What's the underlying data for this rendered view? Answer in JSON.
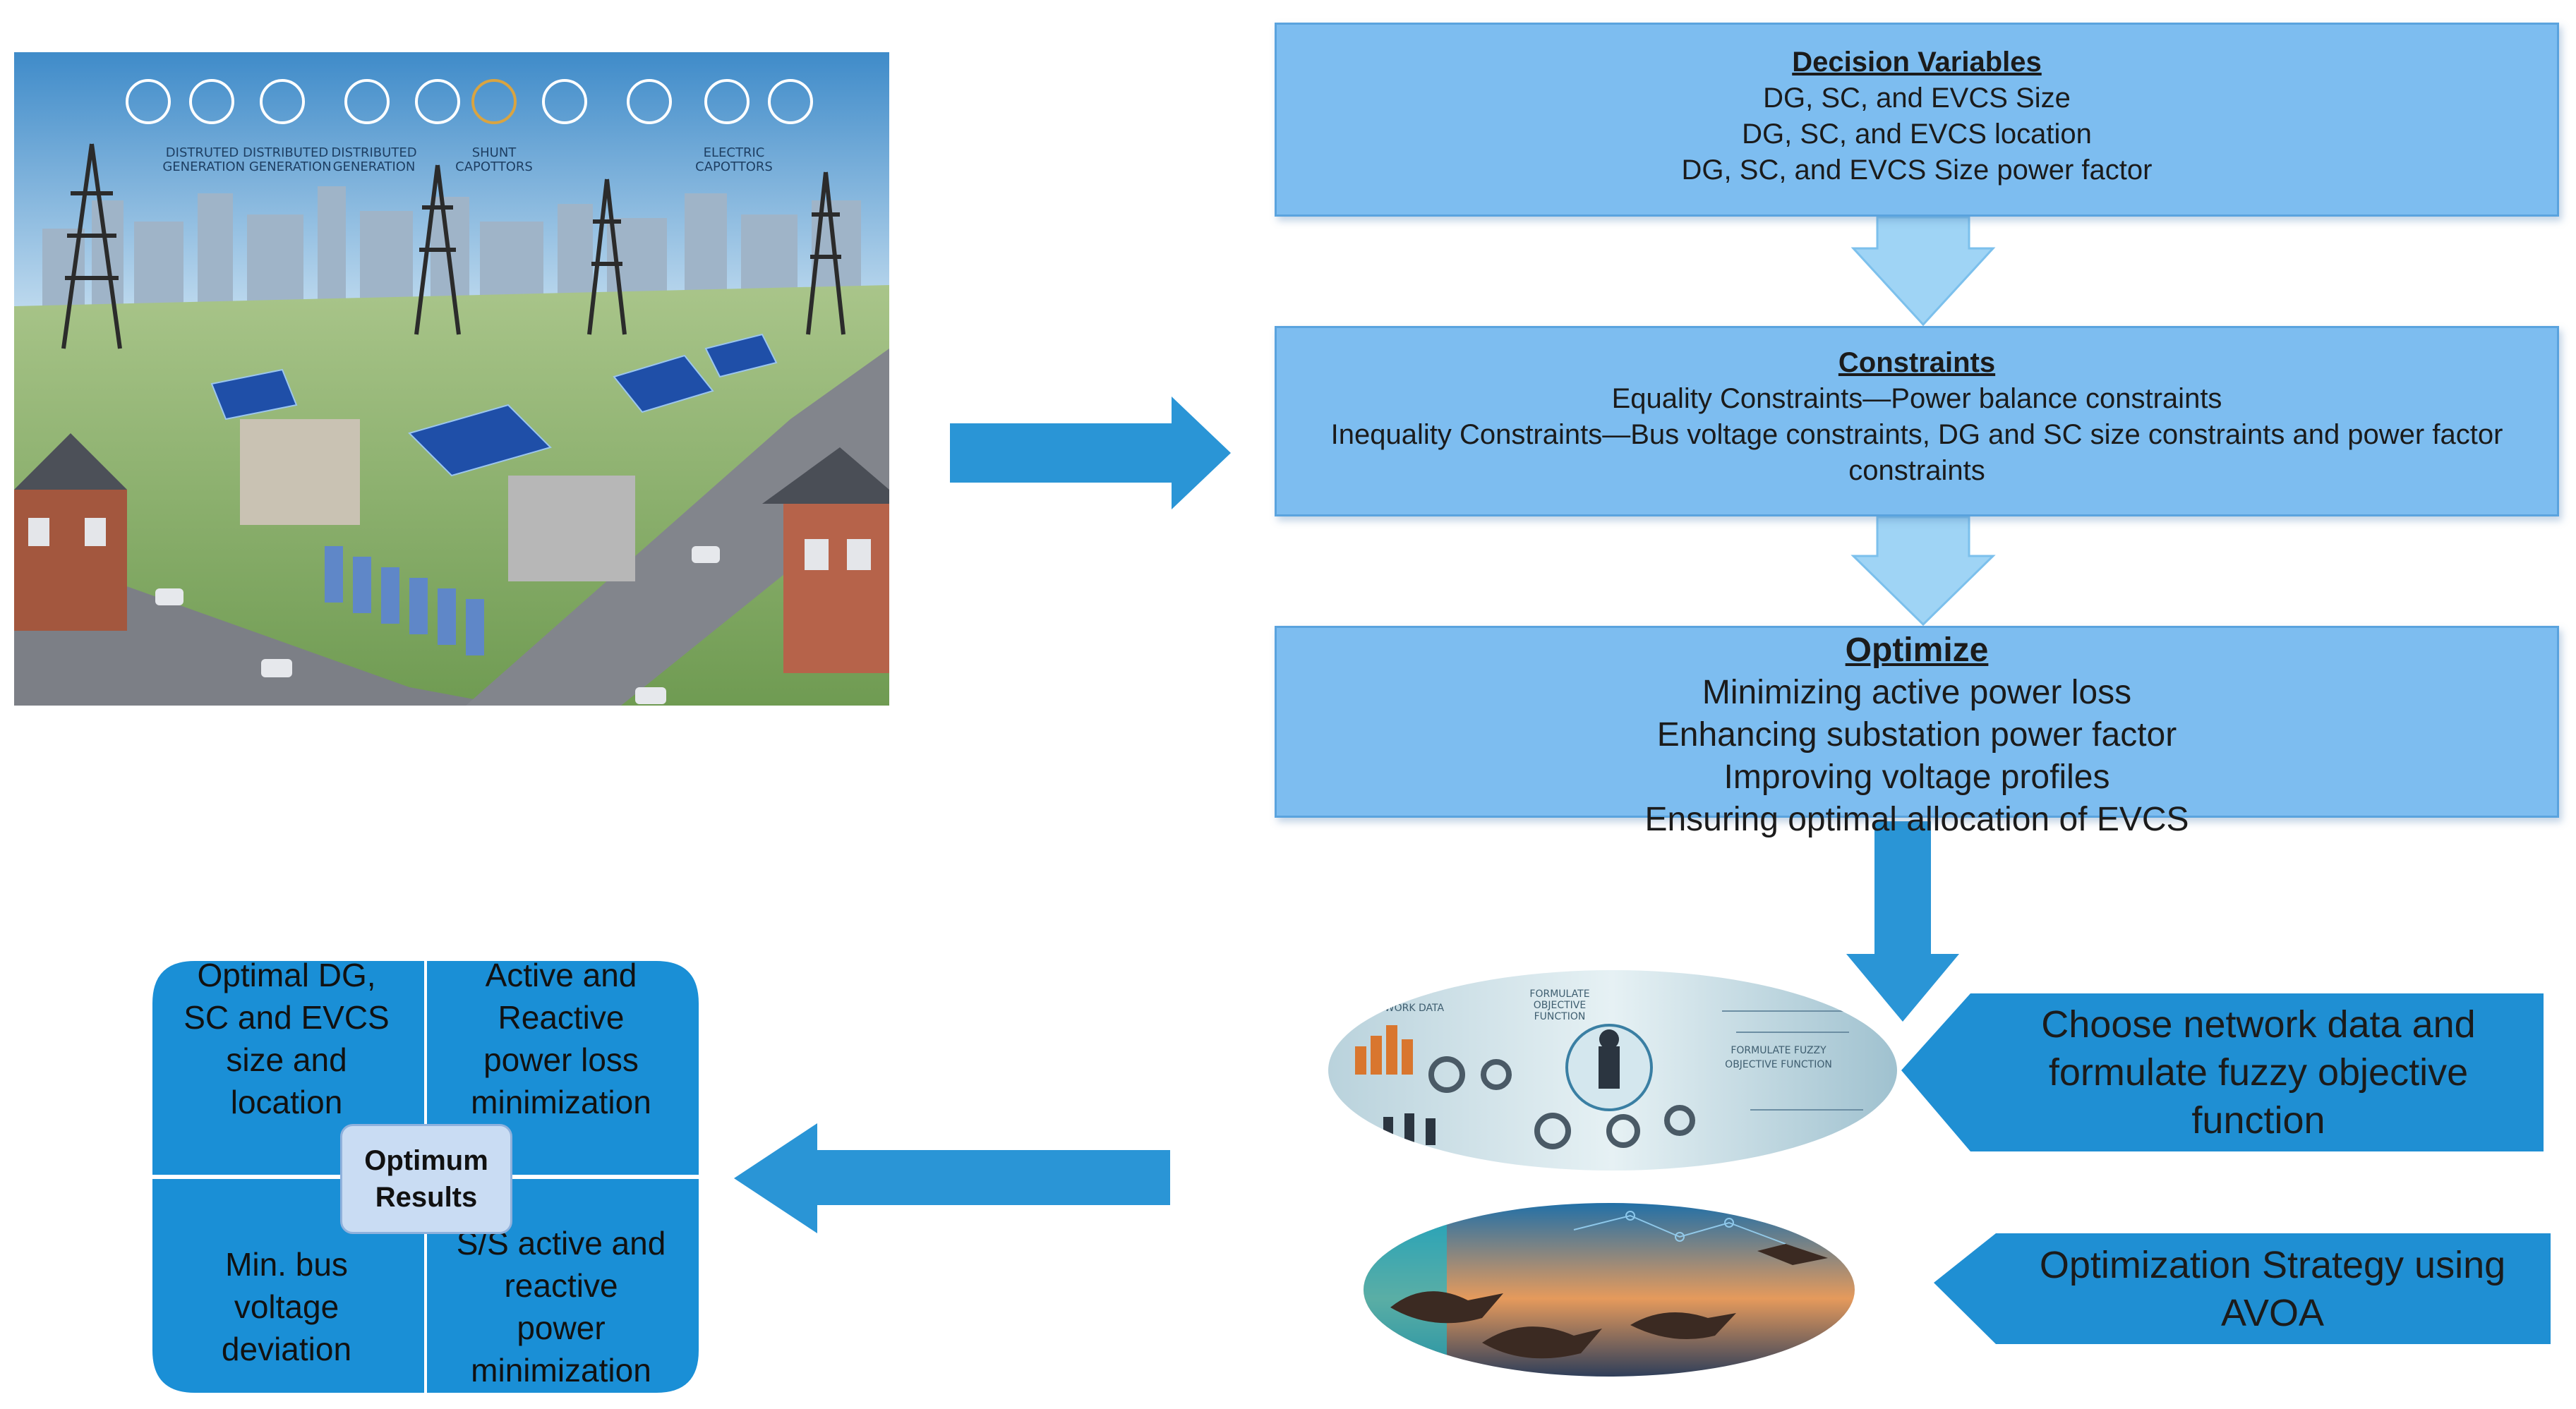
{
  "decision": {
    "title": "Decision Variables",
    "lines": [
      "DG, SC, and EVCS Size",
      "DG, SC, and EVCS location",
      "DG, SC, and EVCS Size power factor"
    ]
  },
  "constraints": {
    "title": "Constraints",
    "lines": [
      "Equality Constraints—Power balance constraints",
      "Inequality Constraints—Bus voltage constraints, DG and SC size constraints and power factor",
      "constraints"
    ]
  },
  "optimize": {
    "title": "Optimize",
    "lines": [
      "Minimizing active power loss",
      "Enhancing substation power factor",
      "Improving voltage profiles",
      "Ensuring optimal allocation of EVCS"
    ]
  },
  "callouts": {
    "fuzzy": [
      "Choose network data and",
      "formulate fuzzy objective",
      "function"
    ],
    "avoa": [
      "Optimization Strategy using",
      "AVOA"
    ]
  },
  "results": {
    "center": [
      "Optimum",
      "Results"
    ],
    "top_left": [
      "Optimal DG,",
      "SC and EVCS",
      "size and",
      "location"
    ],
    "top_right": [
      "Active and",
      "Reactive",
      "power loss",
      "minimization"
    ],
    "bottom_left": [
      "Min. bus",
      "voltage",
      "deviation"
    ],
    "bottom_right": [
      "S/S active and",
      "reactive",
      "power",
      "minimization"
    ]
  },
  "illustration": {
    "labels": [
      "DISTRUTED DISTRIBUTED",
      "GENERATION GENERATION",
      "DISTRIBUTED",
      "GENERATION",
      "SHUNT",
      "CAPOTTORS",
      "ELECTRIC",
      "CAPOTTORS"
    ]
  },
  "fuzzy_image": {
    "labels": [
      "FORMULATE",
      "OBJECTIVE",
      "FUNCTION",
      "FORMULATE FUZZY",
      "OBJECTIVE FUNCTION",
      "NETWORK DATA"
    ]
  },
  "colors": {
    "box_fill": "#7dbdf0",
    "box_border": "#5aa3de",
    "arrow": "#2a95d6",
    "callout_fill": "#1f8fd3",
    "quad_fill": "#1a8fd6",
    "badge_fill": "#c9dcf3"
  }
}
